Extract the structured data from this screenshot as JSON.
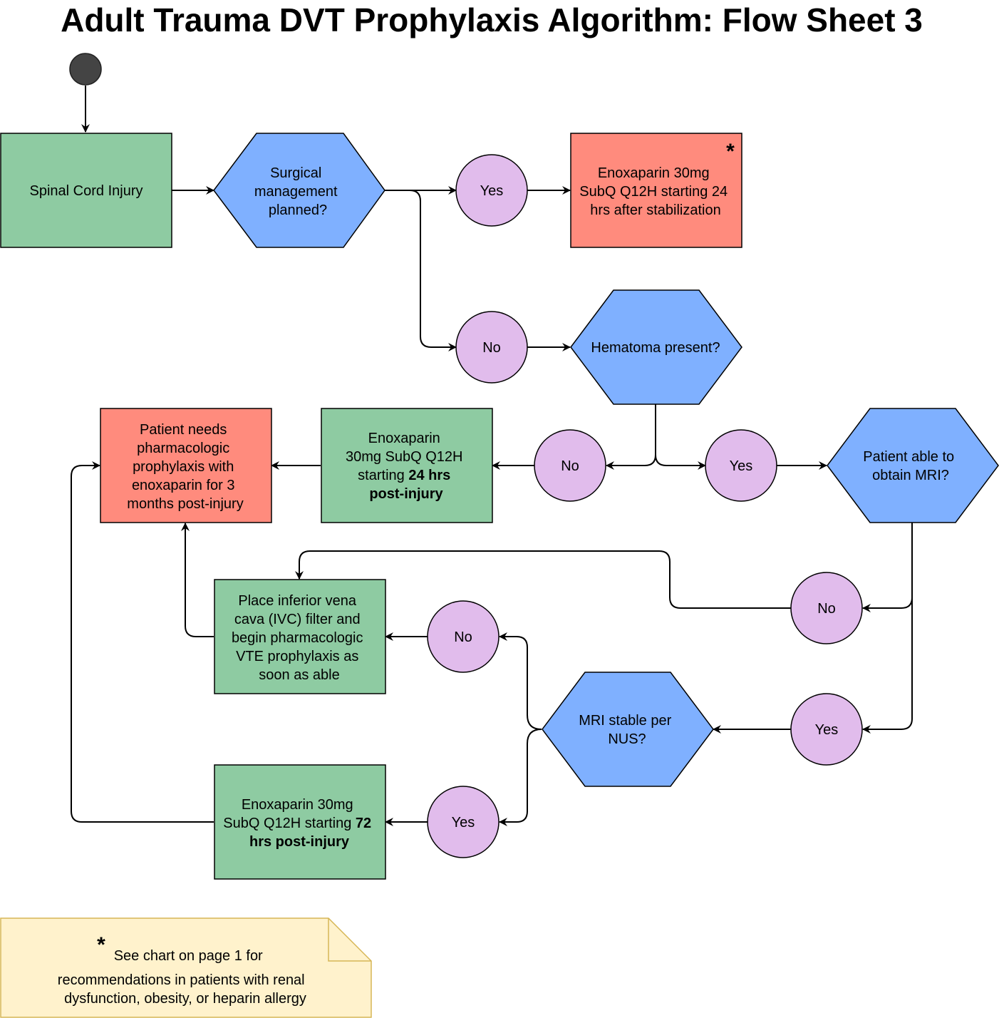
{
  "title": "Adult Trauma DVT Prophylaxis Algorithm: Flow Sheet 3",
  "colors": {
    "action_green": "#8ecba2",
    "outcome_red": "#ff8b7d",
    "decision_blue": "#7fb0ff",
    "answer_purple": "#e1bcec",
    "note_yellow": "#fff2cc",
    "start_dark": "#444444"
  },
  "nodes": {
    "spinal_cord_injury": {
      "line1": "Spinal Cord Injury"
    },
    "surgical_management": {
      "line1": "Surgical",
      "line2": "management",
      "line3": "planned?"
    },
    "answer_yes_surgical": {
      "label": "Yes"
    },
    "enox_24_stabilization": {
      "line1": "Enoxaparin 30mg",
      "line2": "SubQ Q12H starting 24",
      "line3": "hrs after stabilization",
      "marker": "*"
    },
    "answer_no_surgical": {
      "label": "No"
    },
    "hematoma_present": {
      "line1": "Hematoma present?"
    },
    "answer_no_hematoma": {
      "label": "No"
    },
    "enox_24_postinjury": {
      "line1": "Enoxaparin",
      "line2": "30mg SubQ Q12H",
      "line3a": "starting ",
      "line3b": "24 hrs",
      "line4": "post-injury"
    },
    "pharm_3_months": {
      "line1": "Patient needs",
      "line2": "pharmacologic",
      "line3": "prophylaxis with",
      "line4": "enoxaparin for 3",
      "line5": "months post-injury"
    },
    "answer_yes_hematoma": {
      "label": "Yes"
    },
    "able_mri": {
      "line1": "Patient able to",
      "line2": "obtain MRI?"
    },
    "answer_no_mri": {
      "label": "No"
    },
    "ivc_filter": {
      "line1": "Place inferior vena",
      "line2": "cava (IVC) filter and",
      "line3": "begin pharmacologic",
      "line4": "VTE prophylaxis as",
      "line5": "soon as able"
    },
    "answer_yes_mri": {
      "label": "Yes"
    },
    "mri_stable": {
      "line1": "MRI stable per",
      "line2": "NUS?"
    },
    "answer_no_stable": {
      "label": "No"
    },
    "answer_yes_stable": {
      "label": "Yes"
    },
    "enox_72_postinjury": {
      "line1": "Enoxaparin 30mg",
      "line2a": "SubQ Q12H starting ",
      "line2b": "72",
      "line3": "hrs post-injury"
    }
  },
  "footnote": {
    "marker": "*",
    "line1": "See chart on page 1 for",
    "line2": "recommendations in patients with renal",
    "line3": "dysfunction, obesity, or heparin allergy"
  }
}
